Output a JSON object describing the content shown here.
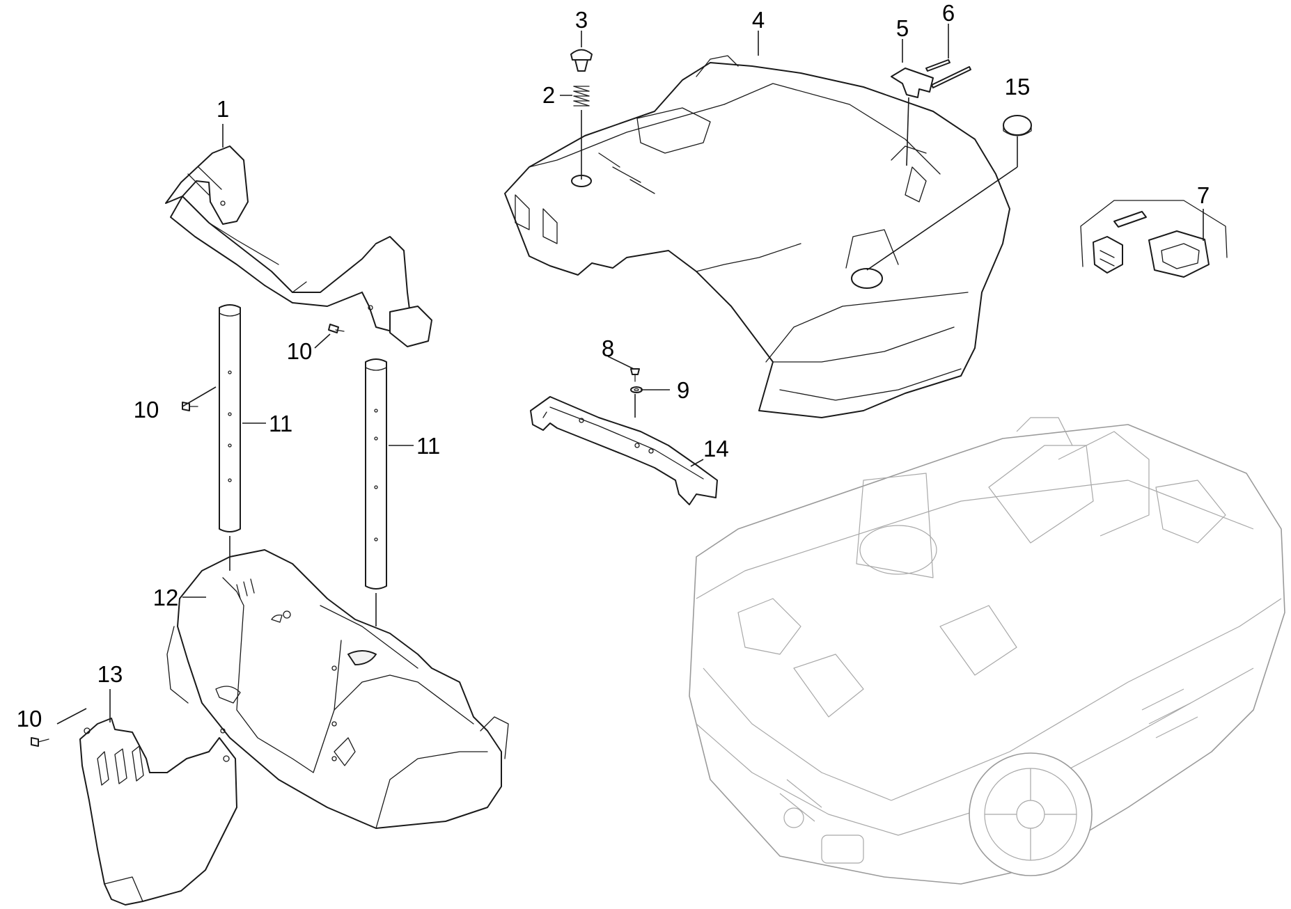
{
  "callouts": {
    "c1": "1",
    "c2": "2",
    "c3": "3",
    "c4": "4",
    "c5": "5",
    "c6": "6",
    "c7": "7",
    "c8": "8",
    "c9": "9",
    "c10a": "10",
    "c10b": "10",
    "c10c": "10",
    "c11a": "11",
    "c11b": "11",
    "c12": "12",
    "c13": "13",
    "c14": "14",
    "c15": "15"
  },
  "colors": {
    "line": "#1a1a1a",
    "background_unit": "#9a9a9a",
    "background": "#ffffff"
  }
}
